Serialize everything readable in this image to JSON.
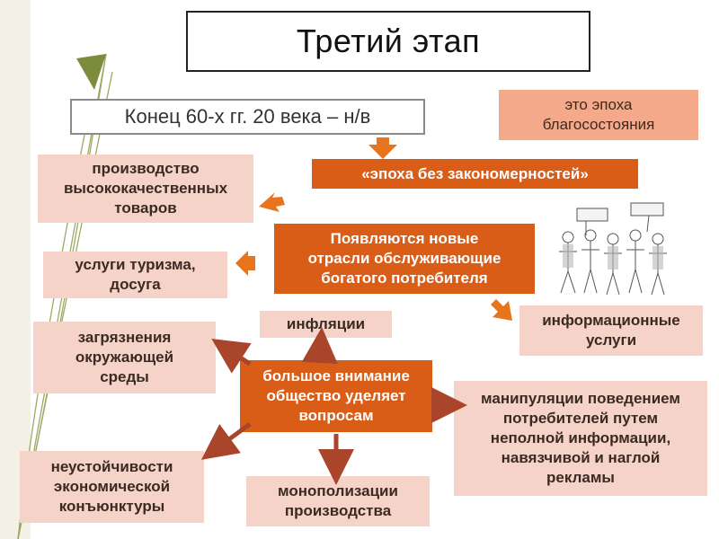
{
  "title": "Третий этап",
  "period": "Конец 60-х гг. 20 века – н/в",
  "era_note": "это эпоха\nблагосостояния",
  "era_name": "«эпоха без закономерностей»",
  "new_industries": "Появляются новые\nотрасли обслуживающие\nбогатого потребителя",
  "industries": {
    "quality_goods": "производство\nвысококачественных\nтоваров",
    "tourism": "услуги туризма,\nдосуга",
    "info_services": "информационные\nуслуги"
  },
  "attention": "большое внимание\nобщество уделяет\nвопросам",
  "issues": {
    "inflation": "инфляции",
    "pollution": "загрязнения\nокружающей\nсреды",
    "manipulation": "манипуляции поведением\nпотребителей путем\nнеполной информации,\nнавязчивой и наглой\nрекламы",
    "instability": "неустойчивости\nэкономической\nконъюнктуры",
    "monopoly": "монополизации\nпроизводства"
  },
  "colors": {
    "dark_orange": "#d95d17",
    "light_pink": "#f6d3c9",
    "peach": "#f3a98a",
    "arrow_orange": "#e8741e",
    "arrow_brown": "#a8452a",
    "deco_green": "#8c9a4a"
  }
}
